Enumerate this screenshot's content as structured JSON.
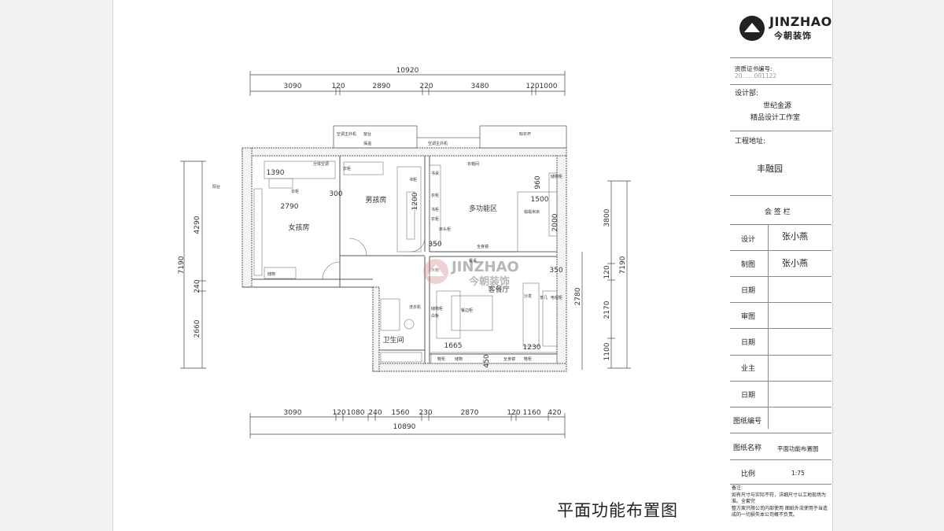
{
  "brand": {
    "name_en": "JINZHAO",
    "name_cn": "今朝装饰"
  },
  "title_block": {
    "qualification_label": "资质证书编号:",
    "qualification_value": "20……001122",
    "design_dept_label": "设计部:",
    "design_dept_line1": "世纪金源",
    "design_dept_line2": "精品设计工作室",
    "project_address_label": "工程地址:",
    "project_address_value": "丰融园",
    "signoff_header": "会 签 栏",
    "rows": [
      {
        "label": "设计",
        "value": "张小燕"
      },
      {
        "label": "制图",
        "value": "张小燕"
      },
      {
        "label": "日期",
        "value": ""
      },
      {
        "label": "审图",
        "value": ""
      },
      {
        "label": "日期",
        "value": ""
      },
      {
        "label": "业主",
        "value": ""
      },
      {
        "label": "日期",
        "value": ""
      },
      {
        "label": "图纸编号",
        "value": ""
      },
      {
        "label": "图纸名称",
        "value": "平面功能布置图"
      },
      {
        "label": "比例",
        "value": "1:75"
      }
    ],
    "notes_title": "备注:",
    "note1": "如有尺寸与实际不符，详细尺寸以工地现场为准。全套完",
    "note2": "整方案只限公司内部使用 图纸外流使用于当造成的一切损失本公司概不负责。"
  },
  "plan_title": "平面功能布置图",
  "dimensions": {
    "top_total": "10920",
    "top": [
      "3090",
      "120",
      "2890",
      "220",
      "3480",
      "120",
      "1000"
    ],
    "bottom": [
      "3090",
      "120",
      "1080",
      "240",
      "1560",
      "230",
      "2870",
      "120",
      "1160",
      "420"
    ],
    "bottom_total": "10890",
    "left_total": "7190",
    "left": [
      "4290",
      "240",
      "2660"
    ],
    "right_total": "7190",
    "right": [
      "3800",
      "120",
      "2170",
      "1100"
    ],
    "right_inner": "2780",
    "interior": [
      "1390",
      "2790",
      "300",
      "1200",
      "960",
      "1500",
      "2000",
      "350",
      "350",
      "1665",
      "1230",
      "450"
    ]
  },
  "rooms": {
    "girl": "女孩房",
    "boy": "男孩房",
    "multi": "多功能区",
    "living": "客餐厅",
    "bath": "卫生间"
  },
  "labels": {
    "l1": "空调主外机",
    "l2": "窗台",
    "l3": "保温",
    "l4": "空调主外机",
    "l5": "分体空调",
    "l6": "晾衣杆",
    "l7": "阳台",
    "l8": "衣帽间",
    "l9": "书桌",
    "l10": "衣柜",
    "l11": "书柜",
    "l12": "衣柜",
    "l13": "书柜",
    "l14": "衣柜",
    "l15": "储物",
    "l16": "床头柜",
    "l17": "榻榻米床",
    "l18": "储物柜",
    "l19": "全身镜",
    "l20": "餐桌",
    "l21": "餐边柜",
    "l22": "白板",
    "l23": "储物柜",
    "l24": "冰箱",
    "l25": "沙发",
    "l26": "茶几",
    "l27": "电视柜",
    "l28": "鞋柜",
    "l29": "储物",
    "l30": "洗衣机",
    "l31": "全身镜",
    "l32": "鞋柜",
    "l33": "衣柜"
  }
}
